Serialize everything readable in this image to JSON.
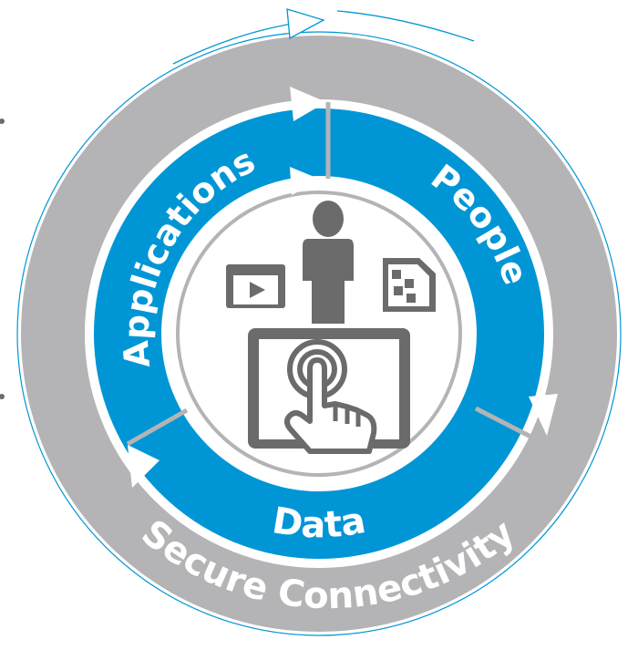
{
  "segments": {
    "applications": "Applications",
    "people": "People",
    "data": "Data"
  },
  "outer_ring_label": "Secure Connectivity",
  "colors": {
    "blue": "#0096d6",
    "gray": "#b4b4b6",
    "icon_gray": "#6b6b6b",
    "arrow_outline": "#0096d6"
  },
  "icons": [
    "video-play-icon",
    "person-icon",
    "document-icon",
    "touchscreen-icon",
    "touch-hand-icon"
  ]
}
